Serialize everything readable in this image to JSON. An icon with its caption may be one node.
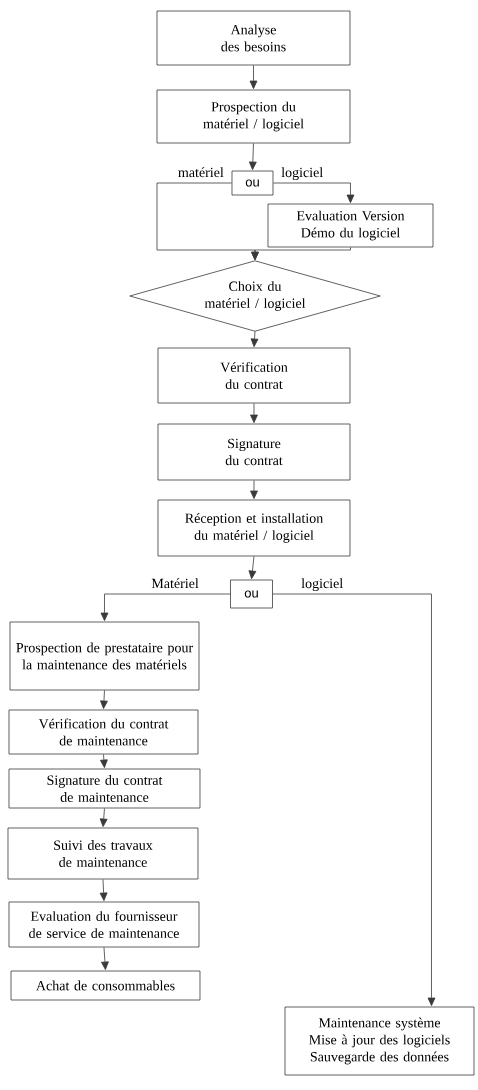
{
  "diagram": {
    "nodes": [
      {
        "text": [
          "Analyse des besoins"
        ]
      },
      {
        "text": [
          "Prospection du matériel / logiciel"
        ]
      },
      {
        "text": [
          "ou"
        ]
      },
      {
        "text": [
          "Evaluation Version Démo du logiciel"
        ]
      },
      {
        "text": [
          "Choix du matériel / logiciel"
        ]
      },
      {
        "text": [
          "Vérification du contrat"
        ]
      },
      {
        "text": [
          "Signature du contrat"
        ]
      },
      {
        "text": [
          "Réception et installation du matériel / logiciel"
        ]
      },
      {
        "text": [
          "ou"
        ]
      },
      {
        "text": [
          "Prospection de prestataire pour la maintenance des matériels"
        ]
      },
      {
        "text": [
          "Vérification du contrat de maintenance"
        ]
      },
      {
        "text": [
          "Signature du contrat de maintenance"
        ]
      },
      {
        "text": [
          "Suivi des travaux de maintenance"
        ]
      },
      {
        "text": [
          "Evaluation du fournisseur de service de maintenance"
        ]
      },
      {
        "text": [
          "Achat de consommables"
        ]
      },
      {
        "text": [
          "Maintenance système Mise à jour des logiciels Sauvegarde des données"
        ]
      }
    ],
    "edges": [
      {
        "from": 0,
        "to": 1,
        "arrow": "to"
      },
      {
        "from": 1,
        "to": 2,
        "arrow": "to"
      },
      {
        "from": 2,
        "to": 3,
        "arrow": "to",
        "label": "logiciel"
      },
      {
        "from": 2,
        "to": 4,
        "arrow": "to",
        "label": "matériel"
      },
      {
        "from": 3,
        "to": 4,
        "arrow": "to"
      },
      {
        "from": 4,
        "to": 5,
        "arrow": "to"
      },
      {
        "from": 5,
        "to": 6,
        "arrow": "to"
      },
      {
        "from": 6,
        "to": 7,
        "arrow": "to"
      },
      {
        "from": 7,
        "to": 8,
        "arrow": "to"
      },
      {
        "from": 8,
        "to": 9,
        "arrow": "to",
        "label": "Matériel"
      },
      {
        "from": 8,
        "to": 15,
        "arrow": "to",
        "label": "logiciel"
      },
      {
        "from": 9,
        "to": 10,
        "arrow": "to"
      },
      {
        "from": 10,
        "to": 11,
        "arrow": "to"
      },
      {
        "from": 11,
        "to": 12,
        "arrow": "to"
      },
      {
        "from": 12,
        "to": 13,
        "arrow": "to"
      },
      {
        "from": 13,
        "to": 14,
        "arrow": "to"
      }
    ]
  }
}
